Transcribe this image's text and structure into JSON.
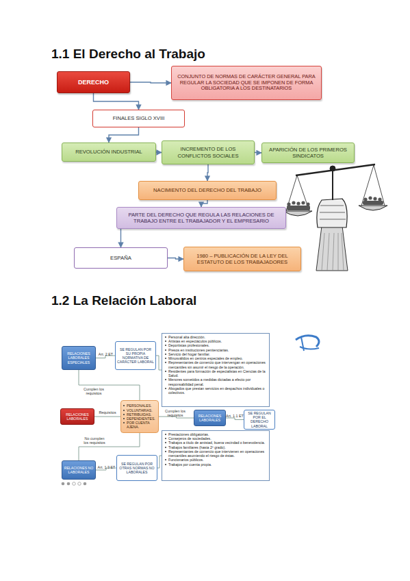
{
  "diagram": {
    "title": "1.1 El Derecho al Trabajo",
    "nodes": [
      {
        "text": [
          "DERECHO"
        ]
      },
      {
        "text": [
          "CONJUNTO DE NORMAS DE CARÁCTER GENERAL PARA REGULAR LA SOCIEDAD QUE SE IMPONEN DE FORMA OBLIGATORIA A LOS DESTINATARIOS"
        ]
      },
      {
        "text": [
          "FINALES SIGLO XVIII"
        ]
      },
      {
        "text": [
          "REVOLUCIÓN INDUSTRIAL"
        ]
      },
      {
        "text": [
          "INCREMENTO DE LOS CONFLICTOS SOCIALES"
        ]
      },
      {
        "text": [
          "APARICIÓN DE LOS PRIMEROS SINDICATOS"
        ]
      },
      {
        "text": [
          "NACIMIENTO DEL DERECHO DEL TRABAJO"
        ]
      },
      {
        "text": [
          "PARTE DEL DERECHO QUE REGULA LAS RELACIONES DE TRABAJO ENTRE EL TRABAJADOR Y EL EMPRESARIO"
        ]
      },
      {
        "text": [
          "ESPAÑA"
        ]
      },
      {
        "text": [
          "1980 – PUBLICACIÓN DE LA LEY DEL ESTATUTO DE LOS TRABAJADORES"
        ]
      },
      {
        "text": [
          "RELACIONES LABORALES ESPECIALES"
        ]
      },
      {
        "text": [
          "SE REGULAN POR SU PROPIA NORMATIVA DE CARÁCTER LABORAL"
        ]
      },
      {
        "text": [
          "Personal alta dirección.",
          "Artistas en espectáculos públicos.",
          "Deportistas profesionales.",
          "Presos en instituciones penitenciarias.",
          "Servicio del hogar familiar.",
          "Minusválidos en centros especiales de empleo.",
          "Representantes de comercio que intervengan en operaciones mercantiles sin asumir el riesgo de la operación.",
          "Residentes para formación de especialistas en Ciencias de la Salud.",
          "Menores sometidos a medidas dictadas a efecto por responsabilidad penal.",
          "Abogados que prestan servicios en despachos individuales o colectivos."
        ]
      },
      {
        "text": [
          "RELACIONES LABORALES"
        ]
      },
      {
        "text": [
          "PERSONALES.",
          "VOLUNTARIAS.",
          "RETRIBUIDAS.",
          "DEPENDIENTES.",
          "POR CUENTA AJENA."
        ]
      },
      {
        "text": [
          "RELACIONES LABORALES"
        ]
      },
      {
        "text": [
          "SE REGULAN POR EL DERECHO LABORAL"
        ]
      },
      {
        "text": [
          "RELACIONES NO LABORALES"
        ]
      },
      {
        "text": [
          "SE REGULAN POR OTRAS NORMAS NO LABORALES"
        ]
      },
      {
        "text": [
          "Prestaciones obligatorias.",
          "Consejeros de sociedades.",
          "Trabajos a título de amistad, buena vecindad o benevolencia.",
          "Trabajos familiares (hasta 2º grado).",
          "Representantes de comercio que intervienen en operaciones mercantiles asumiendo el riesgo de éstas.",
          "Funcionarios públicos.",
          "Trabajos por cuenta propia."
        ]
      }
    ],
    "edges": [
      {
        "from": 0,
        "to": 1,
        "arrow": "to"
      },
      {
        "from": 0,
        "to": 2,
        "arrow": "to"
      },
      {
        "from": 2,
        "to": 3,
        "arrow": "to"
      },
      {
        "from": 3,
        "to": 4,
        "arrow": "to"
      },
      {
        "from": 4,
        "to": 5,
        "arrow": "to"
      },
      {
        "from": 4,
        "to": 6,
        "arrow": "to"
      },
      {
        "from": 6,
        "to": 7,
        "arrow": "to"
      },
      {
        "from": 7,
        "to": 8,
        "arrow": "to"
      },
      {
        "from": 8,
        "to": 9,
        "arrow": "to"
      },
      {
        "from": 13,
        "to": 14,
        "label": "Requisitos",
        "arrow": "none"
      },
      {
        "from": 14,
        "to": 10,
        "label": "Cumplen los requisitos",
        "arrow": "none"
      },
      {
        "from": 14,
        "to": 15,
        "label": "Cumplen los requisitos",
        "arrow": "none"
      },
      {
        "from": 14,
        "to": 17,
        "label": "No cumplen los requisitos",
        "arrow": "none"
      },
      {
        "from": 10,
        "to": 11,
        "label": "Art. 2 ET",
        "arrow": "none"
      },
      {
        "from": 15,
        "to": 16,
        "label": "Art. 1.1 ET",
        "arrow": "none"
      },
      {
        "from": 17,
        "to": 18,
        "label": "Art. 1.3 ET",
        "arrow": "none"
      },
      {
        "from": 11,
        "to": 12,
        "arrow": "none"
      },
      {
        "from": 18,
        "to": 19,
        "arrow": "none"
      }
    ],
    "labels": [
      "1.2 La Relación Laboral"
    ]
  }
}
